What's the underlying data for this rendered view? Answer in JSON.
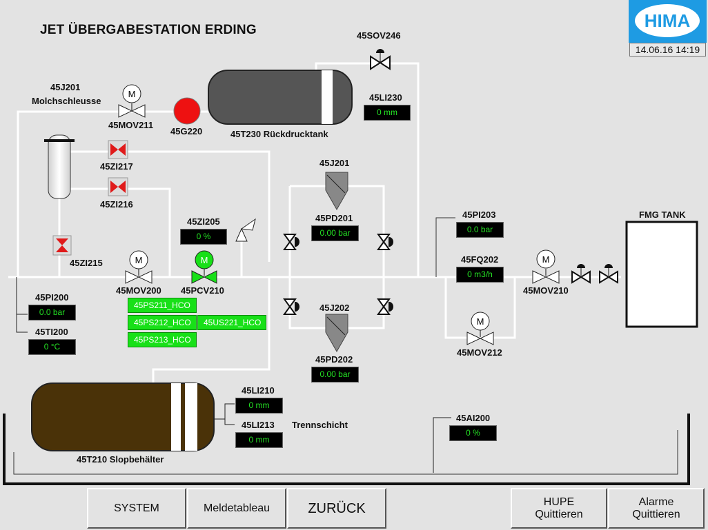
{
  "header": {
    "title": "JET ÜBERGABESTATION ERDING",
    "logo": "HIMA",
    "datetime": "14.06.16 14:19"
  },
  "labels": {
    "sov246": "45SOV246",
    "j201_top": "45J201",
    "molch": "Molchschleusse",
    "mov211": "45MOV211",
    "g220": "45G220",
    "t230": "45T230 Rückdrucktank",
    "li230": "45LI230",
    "zi217": "45ZI217",
    "zi216": "45ZI216",
    "zi215": "45ZI215",
    "zi205": "45ZI205",
    "j201_mid": "45J201",
    "pd201": "45PD201",
    "j202": "45J202",
    "pd202": "45PD202",
    "mov200": "45MOV200",
    "pcv210": "45PCV210",
    "pi200": "45PI200",
    "ti200": "45TI200",
    "pi203": "45PI203",
    "fq202": "45FQ202",
    "mov210": "45MOV210",
    "mov212": "45MOV212",
    "fmg": "FMG TANK",
    "li210": "45LI210",
    "li213": "45LI213",
    "trenn": "Trennschicht",
    "t210": "45T210 Slopbehälter",
    "ai200": "45AI200"
  },
  "values": {
    "li230": "0 mm",
    "zi205": "0 %",
    "pd201": "0.00 bar",
    "pd202": "0.00 bar",
    "pi200": "0.0 bar",
    "ti200": "0 °C",
    "pi203": "0.0 bar",
    "fq202": "0 m3/h",
    "li210": "0 mm",
    "li213": "0 mm",
    "ai200": "0 %"
  },
  "hco": {
    "ps211": "45PS211_HCO",
    "ps212": "45PS212_HCO",
    "us221": "45US221_HCO",
    "ps213": "45PS213_HCO"
  },
  "buttons": {
    "system": "SYSTEM",
    "meldetableau": "Meldetableau",
    "zurueck": "ZURÜCK",
    "hupe": "HUPE\nQuittieren",
    "alarme": "Alarme\nQuittieren"
  },
  "icons": {
    "motor": "motor-valve-icon",
    "valve": "gate-valve-icon",
    "pump": "pump-icon",
    "filter": "filter-icon",
    "safety": "safety-valve-icon"
  },
  "colors": {
    "background": "#e3e3e3",
    "pipe": "#ffffff",
    "value_bg": "#000000",
    "value_text": "#24e324",
    "hco_bg": "#18e018",
    "pump_red": "#ee1111",
    "tank_gray": "#555555",
    "tank_brown": "#4a3208",
    "logo_blue": "#1e9be3"
  }
}
